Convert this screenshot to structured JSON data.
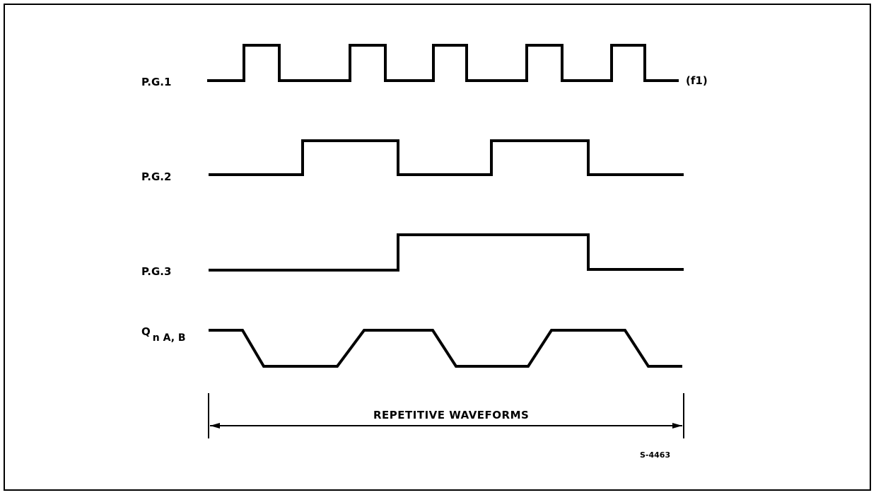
{
  "signals": [
    {
      "name": "P.G.1",
      "suffix": "(f1)"
    },
    {
      "name": "P.G.2"
    },
    {
      "name": "P.G.3"
    },
    {
      "name": "Q",
      "subscript": "n A, B"
    }
  ],
  "span_label": "REPETITIVE WAVEFORMS",
  "figure_id": "S-4463"
}
